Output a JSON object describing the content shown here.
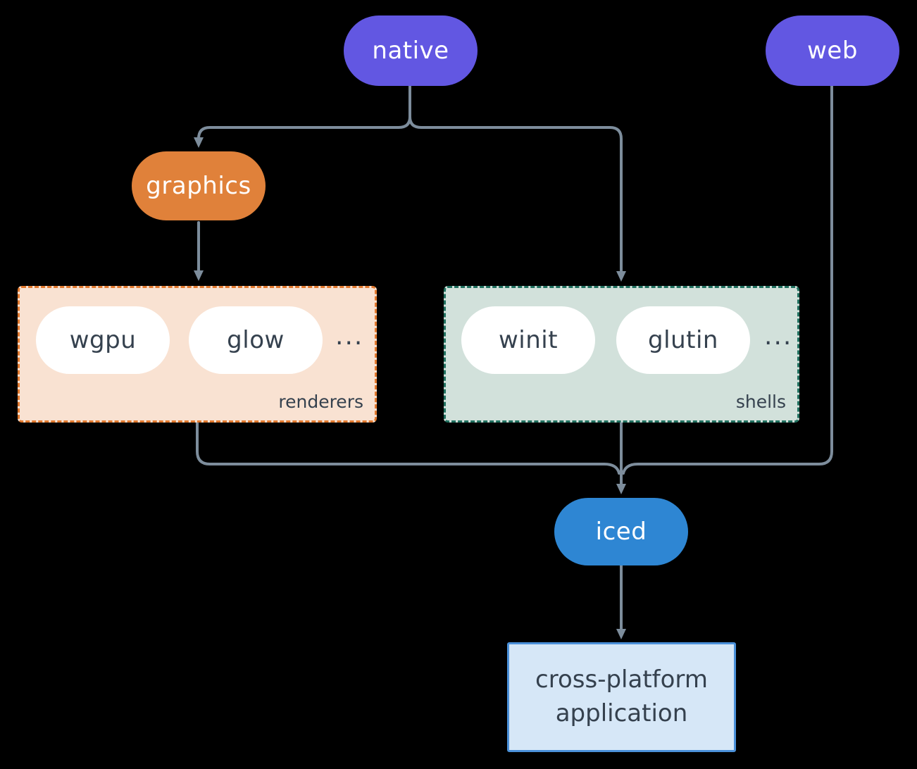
{
  "diagram": {
    "nodes": {
      "native": {
        "label": "native"
      },
      "web": {
        "label": "web"
      },
      "graphics": {
        "label": "graphics"
      },
      "iced": {
        "label": "iced"
      },
      "app": {
        "label": "cross-platform application"
      }
    },
    "groups": {
      "renderers": {
        "label": "renderers",
        "items": [
          "wgpu",
          "glow"
        ],
        "more": "..."
      },
      "shells": {
        "label": "shells",
        "items": [
          "winit",
          "glutin"
        ],
        "more": "..."
      }
    }
  },
  "colors": {
    "canvas-bg": "#000000",
    "purple": "#6257e2",
    "orange": "#e0813a",
    "blue": "#2e86d3",
    "pill-white": "#ffffff",
    "ink": "#35414e",
    "edge": "#7d8d9c",
    "renderers-bg": "#f9e2d2",
    "renderers-border": "#e2792e",
    "shells-bg": "#d2e1db",
    "shells-border": "#20705f",
    "app-bg": "#d6e7f7",
    "app-border": "#4a90d9"
  }
}
